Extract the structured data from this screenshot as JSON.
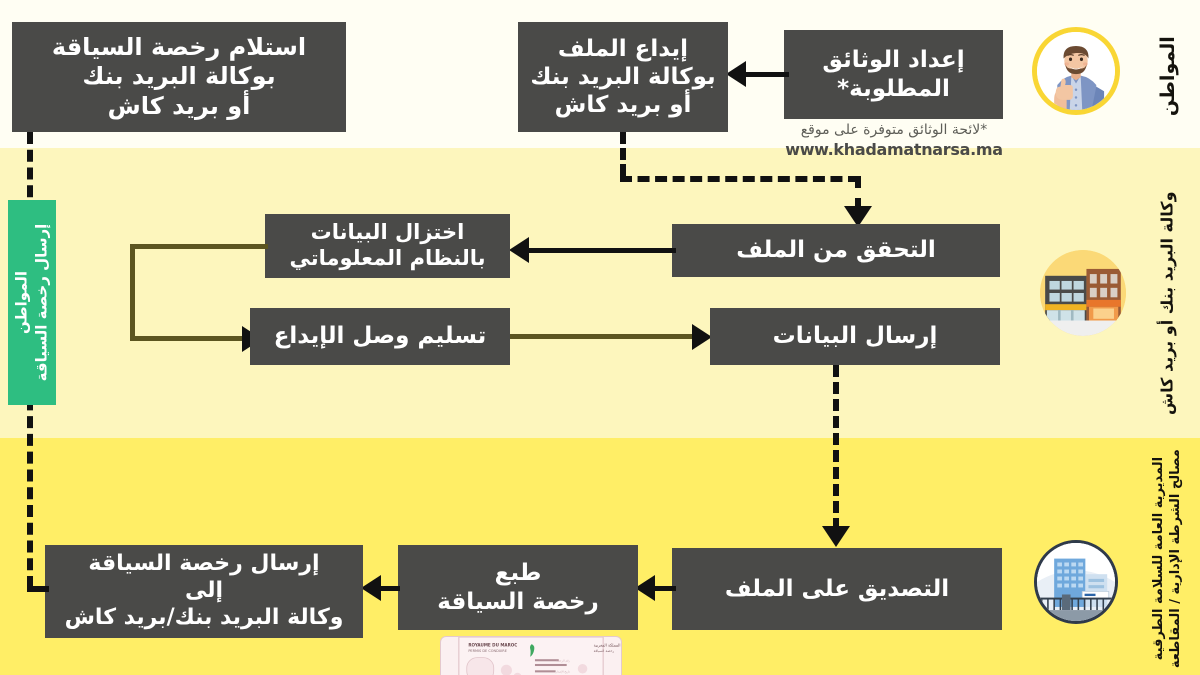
{
  "lanes": [
    {
      "id": "citizen",
      "label": "المواطن",
      "avatar_icon": "citizen-thumbs-up-avatar"
    },
    {
      "id": "agency",
      "label": "وكالة البريد بنك أو بريد كاش",
      "avatar_icon": "post-office-building-avatar"
    },
    {
      "id": "authority",
      "label_line1": "المديرية العامة للسلامة الطرقية",
      "label_line2": "مصالح الشرطة الإدارية / المقاطعة",
      "avatar_icon": "government-building-avatar"
    }
  ],
  "green_badge": {
    "line1": "المواطن",
    "line2": "إرسال رخصة السياقة",
    "color": "#2EBE81"
  },
  "boxes": {
    "prepare_docs": "إعداد الوثائق\nالمطلوبة*",
    "deposit_file": "إيداع الملف\nبوكالة البريد بنك\nأو بريد كاش",
    "receive_licence": "استلام رخصة السياقة\nبوكالة البريد بنك\nأو بريد كاش",
    "verify_file": "التحقق من الملف",
    "reduce_data": "اختزال البيانات\nبالنظام المعلوماتي",
    "send_data": "إرسال البيانات",
    "deliver_receipt": "تسليم وصل الإيداع",
    "certify_file": "التصديق على الملف",
    "print_licence": "طبع\nرخصة السياقة",
    "send_licence": "إرسال رخصة السياقة\nإلى\nوكالة البريد بنك/بريد كاش"
  },
  "footnote": {
    "line1": "*لائحة الوثائق متوفرة على موقع",
    "line2": "www.khadamatnarsa.ma"
  },
  "licence_card": {
    "title_fr_1": "ROYAUME DU MAROC",
    "title_fr_2": "PERMIS DE CONDUIRE",
    "title_ar_1": "المملكة المغربية",
    "title_ar_2": "رخصة السياقة"
  },
  "colors": {
    "box": "#4A4A48",
    "band_citizen": "#FFFEF3",
    "band_agency": "#FDF6BD",
    "band_authority": "#FFEE66",
    "connector": "#111111",
    "loop_connector": "#5C5520",
    "green": "#2EBE81",
    "avatar_ring": "#F9D634"
  }
}
